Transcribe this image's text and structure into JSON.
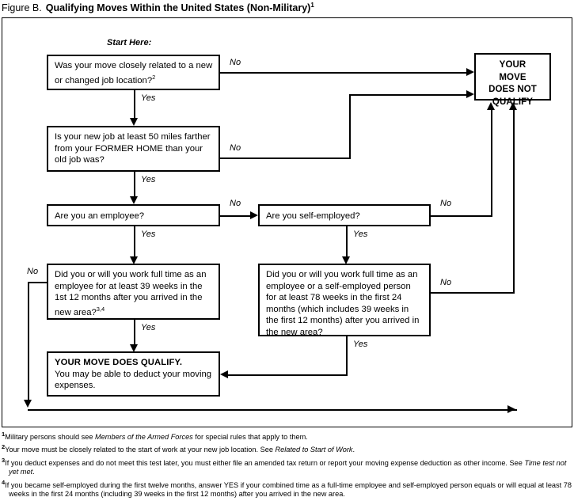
{
  "figure": {
    "label": "Figure B.",
    "title": "Qualifying Moves Within the United States (Non-Military)",
    "title_footnote": "1"
  },
  "flowchart": {
    "start_label": "Start Here:",
    "nodes": {
      "q1": {
        "text": "Was your move closely related to a new or changed job location?",
        "sup": "2"
      },
      "q2": {
        "text": "Is your new job at least 50 miles farther from your FORMER HOME than your old job was?"
      },
      "q3": {
        "text": "Are you an employee?"
      },
      "q4": {
        "text": "Are you self-employed?"
      },
      "q5": {
        "text": "Did you or will you work full time as an employee for at least 39 weeks in the 1st 12 months after you arrived in the new area?",
        "sup": "3,4"
      },
      "q6": {
        "text": "Did you or will you work full time as an employee or a self-employed person for at least 78 weeks in the first 24 months (which includes 39 weeks in the first 12 months) after you arrived in the new area?"
      },
      "not_qualify": {
        "line1": "YOUR",
        "line2": "MOVE",
        "line3": "DOES NOT",
        "line4": "QUALIFY"
      },
      "qualify": {
        "heading": "YOUR MOVE DOES QUALIFY.",
        "body": "You may be able to deduct your moving expenses."
      }
    },
    "edges": {
      "q1_no": "No",
      "q1_yes": "Yes",
      "q2_no": "No",
      "q2_yes": "Yes",
      "q3_no": "No",
      "q3_yes": "Yes",
      "q4_no": "No",
      "q4_yes": "Yes",
      "q5_no": "No",
      "q5_yes": "Yes",
      "q6_no": "No",
      "q6_yes": "Yes"
    }
  },
  "footnotes": [
    {
      "num": "1",
      "parts": [
        {
          "t": "Military persons should see ",
          "i": false
        },
        {
          "t": "Members of the Armed Forces",
          "i": true
        },
        {
          "t": " for special rules that apply to them.",
          "i": false
        }
      ]
    },
    {
      "num": "2",
      "parts": [
        {
          "t": "Your move must be closely related to the start of work at your new job location. See ",
          "i": false
        },
        {
          "t": "Related to Start of Work",
          "i": true
        },
        {
          "t": ".",
          "i": false
        }
      ]
    },
    {
      "num": "3",
      "parts": [
        {
          "t": "If you deduct expenses and do not meet this test later, you must either file an amended tax return or report your moving expense deduction as other income. See ",
          "i": false
        },
        {
          "t": "Time test not yet met",
          "i": true
        },
        {
          "t": ".",
          "i": false
        }
      ]
    },
    {
      "num": "4",
      "parts": [
        {
          "t": "If you became self-employed during the first twelve months, answer YES if your combined time as a full-time employee and self-employed person equals or will equal at least 78 weeks in the first 24 months (including 39 weeks in the first 12 months) after you arrived in the new area.",
          "i": false
        }
      ]
    }
  ],
  "colors": {
    "ink": "#000000",
    "paper": "#ffffff"
  }
}
